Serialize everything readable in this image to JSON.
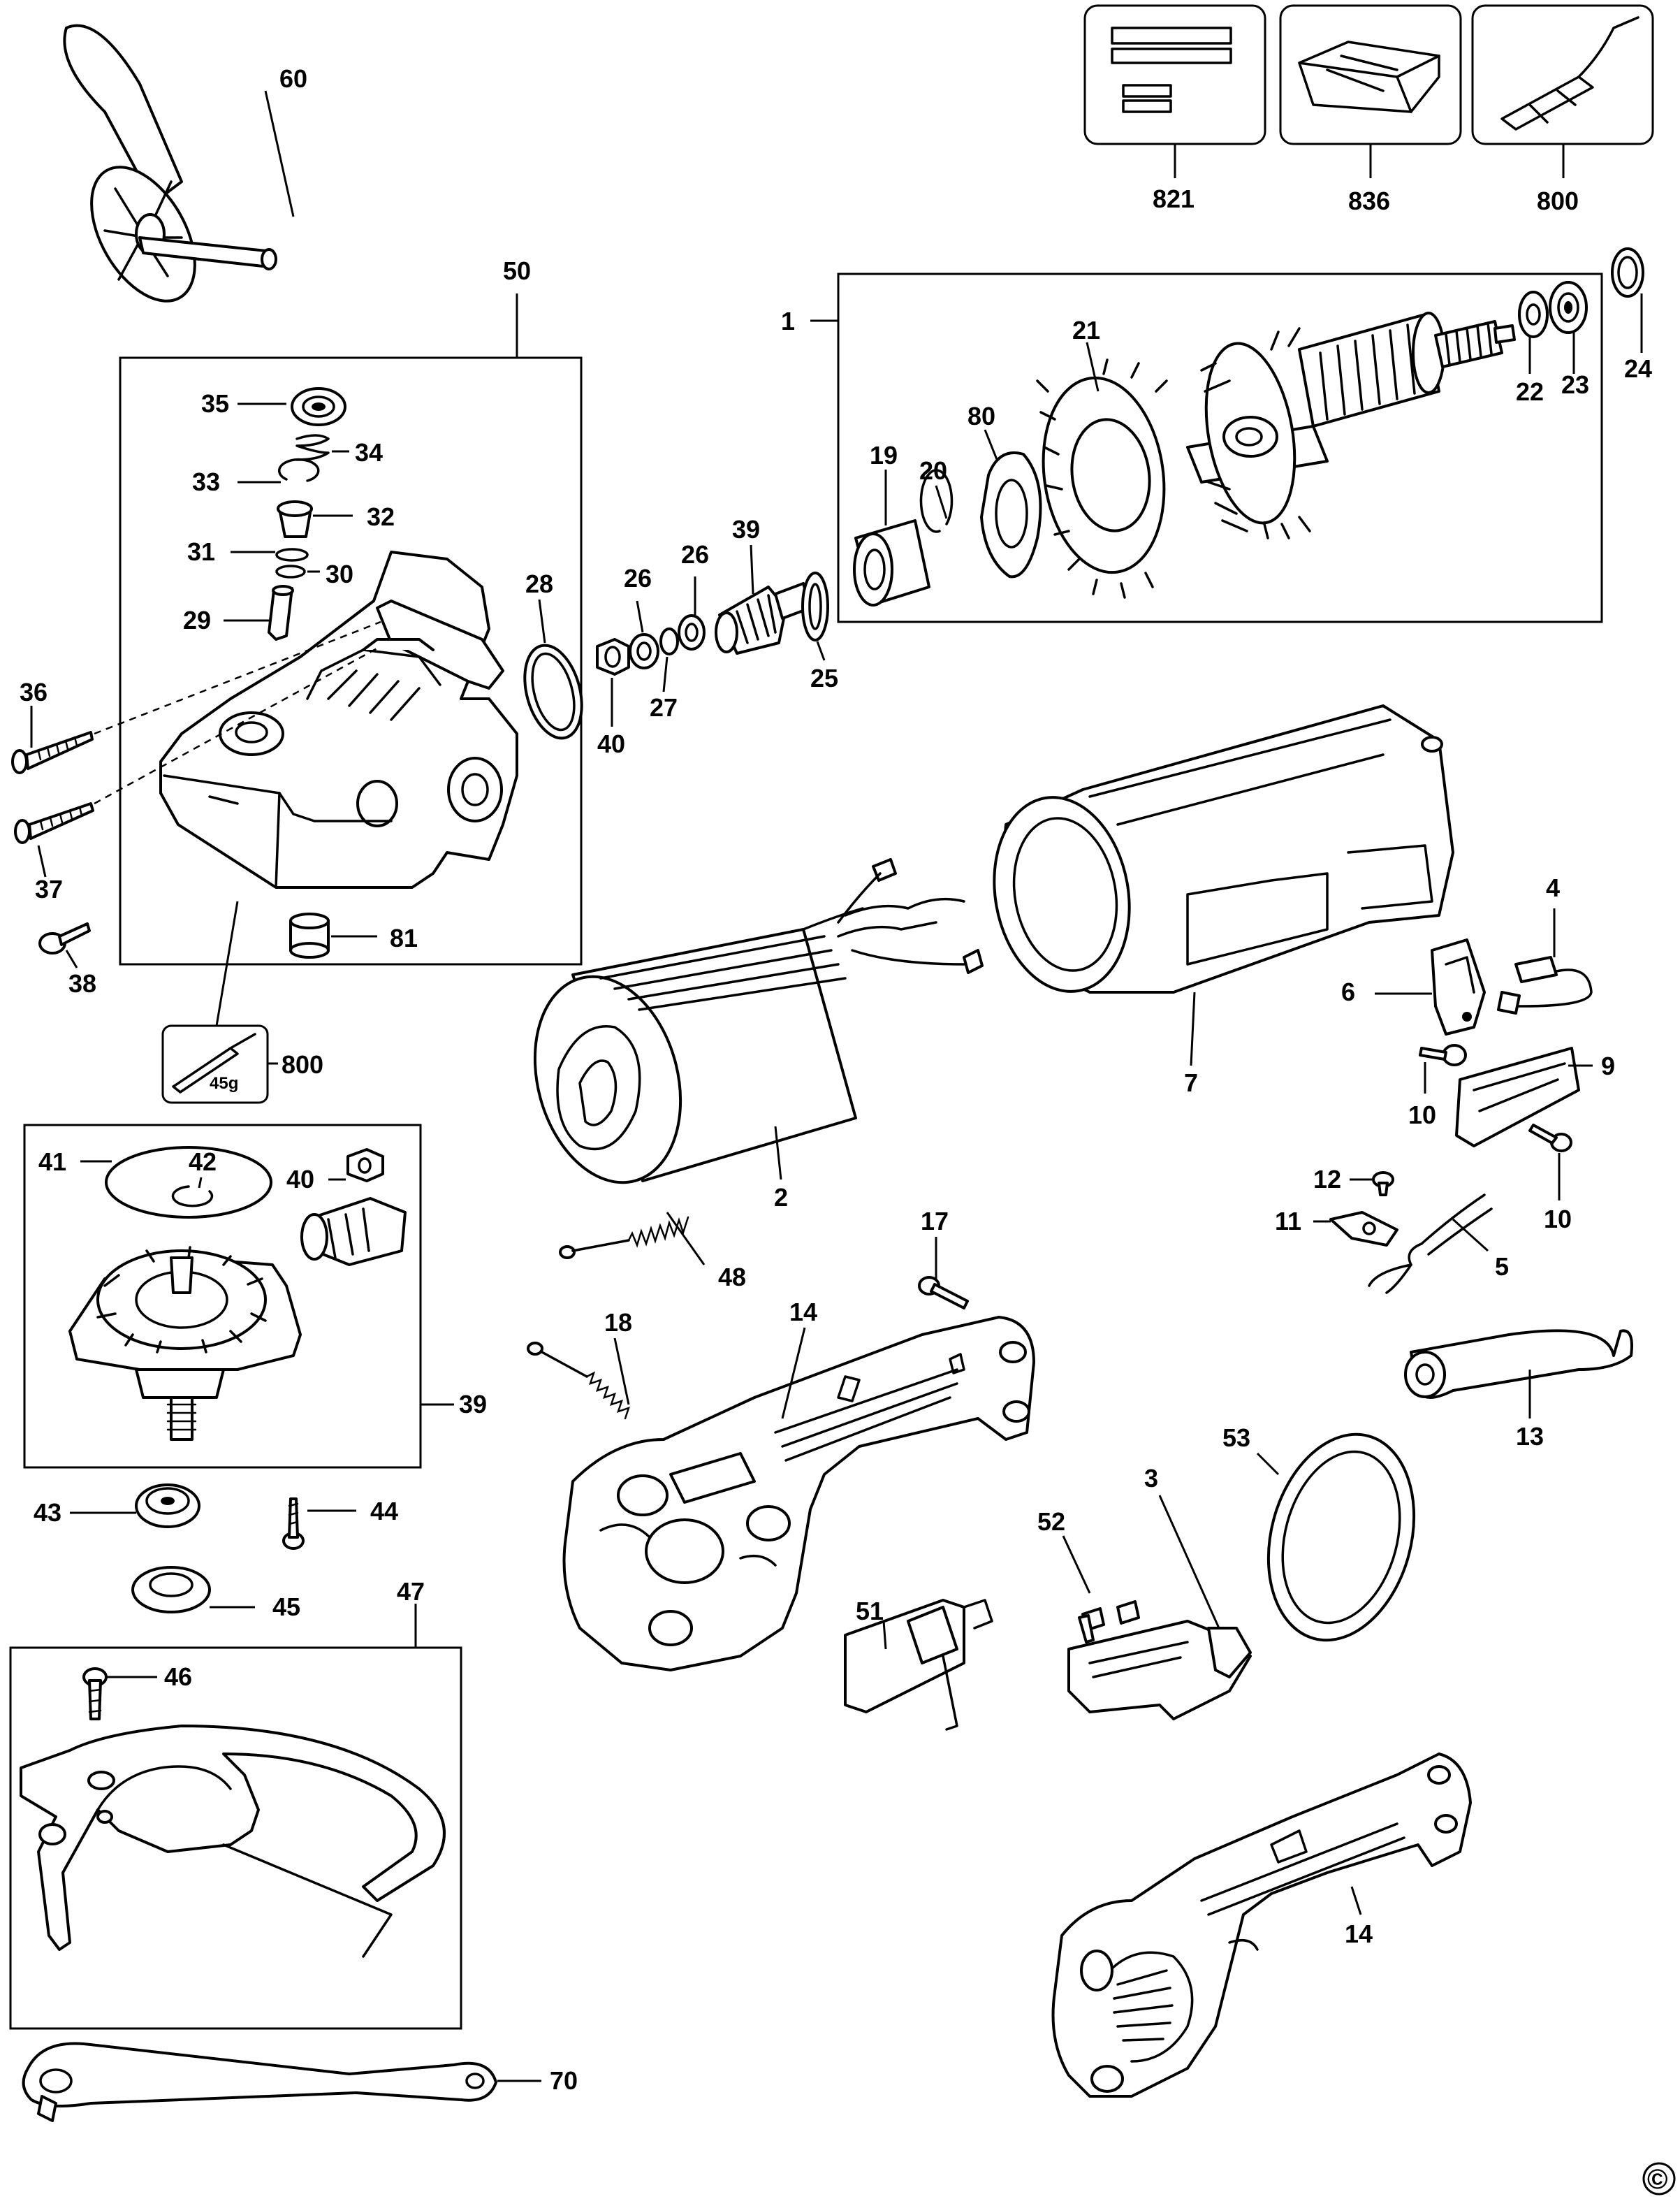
{
  "diagram": {
    "copyright_symbol": "©",
    "kit_weight": "45g",
    "part_labels": {
      "p60": "60",
      "p50": "50",
      "p35": "35",
      "p34": "34",
      "p33": "33",
      "p32": "32",
      "p31": "31",
      "p30": "30",
      "p29": "29",
      "p28": "28",
      "p36": "36",
      "p37": "37",
      "p38": "38",
      "p81": "81",
      "p800a": "800",
      "p821": "821",
      "p836": "836",
      "p800b": "800",
      "p1": "1",
      "p21": "21",
      "p80": "80",
      "p19": "19",
      "p20": "20",
      "p22": "22",
      "p23": "23",
      "p24": "24",
      "p39a": "39",
      "p26a": "26",
      "p26b": "26",
      "p27": "27",
      "p40a": "40",
      "p25": "25",
      "p4": "4",
      "p6": "6",
      "p7": "7",
      "p9": "9",
      "p10a": "10",
      "p10b": "10",
      "p12": "12",
      "p11": "11",
      "p5": "5",
      "p2": "2",
      "p48": "48",
      "p17": "17",
      "p14a": "14",
      "p18": "18",
      "p41": "41",
      "p42": "42",
      "p40b": "40",
      "p39b": "39",
      "p43": "43",
      "p44": "44",
      "p45": "45",
      "p47": "47",
      "p46": "46",
      "p13": "13",
      "p53": "53",
      "p3": "3",
      "p52": "52",
      "p51": "51",
      "p14b": "14",
      "p70": "70"
    }
  }
}
